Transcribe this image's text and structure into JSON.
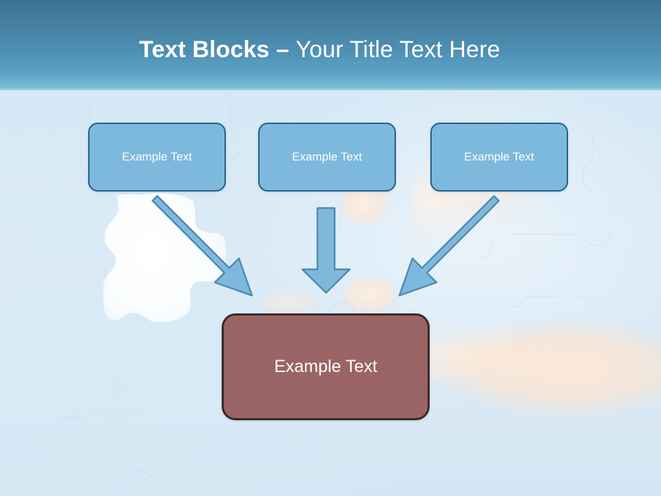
{
  "slide": {
    "title": {
      "bold_part": "Text Blocks ",
      "separator": "– ",
      "light_part": "Your Title Text Here",
      "full": "Text Blocks – Your Title Text Here"
    },
    "background": {
      "description": "jigsaw-puzzle-with-hands",
      "base_color": "#d8e9f5",
      "header_top_color": "#3a7296",
      "header_bottom_color": "#a8d2e6"
    },
    "colors": {
      "node_fill": "#7cb9dd",
      "node_border": "#22618c",
      "result_fill": "#9a6464",
      "result_border": "#3b2727",
      "arrow_fill": "#7cb9dd",
      "arrow_border": "#5189ab",
      "text": "#ffffff"
    },
    "nodes": [
      {
        "id": "node-1",
        "label": "Example Text"
      },
      {
        "id": "node-2",
        "label": "Example Text"
      },
      {
        "id": "node-3",
        "label": "Example Text"
      }
    ],
    "result": {
      "id": "node-4",
      "label": "Example Text"
    },
    "arrows": [
      {
        "id": "arrow-1",
        "direction": "down-right",
        "from": "node-1",
        "to": "result"
      },
      {
        "id": "arrow-2",
        "direction": "down",
        "from": "node-2",
        "to": "result"
      },
      {
        "id": "arrow-3",
        "direction": "down-left",
        "from": "node-3",
        "to": "result"
      }
    ]
  }
}
